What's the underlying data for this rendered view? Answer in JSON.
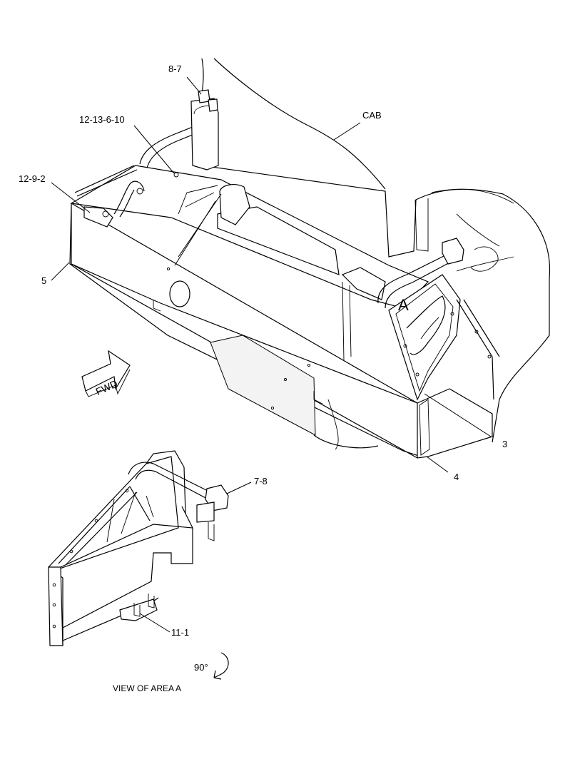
{
  "callouts": {
    "c_8_7": "8-7",
    "c_12_13_6_10": "12-13-6-10",
    "c_12_9_2": "12-9-2",
    "c_cab": "CAB",
    "c_5": "5",
    "c_a": "A",
    "c_3": "3",
    "c_4": "4",
    "c_7_8": "7-8",
    "c_11_1": "11-1"
  },
  "direction_label": "FWD",
  "rotation_label": "90°",
  "view_caption": "VIEW OF AREA A"
}
